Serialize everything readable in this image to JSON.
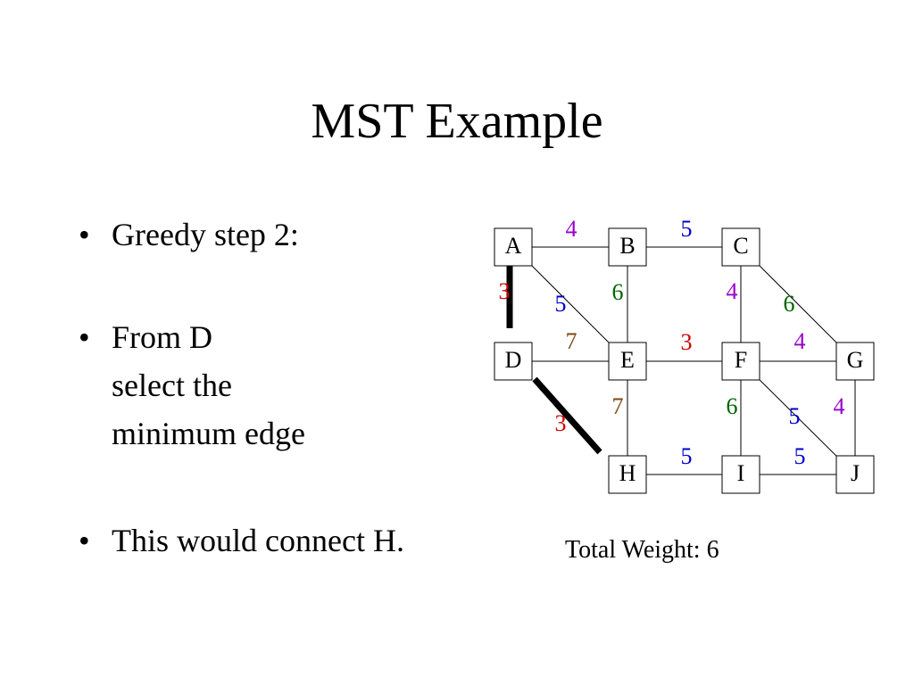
{
  "slide": {
    "title": "MST Example",
    "bullets": [
      {
        "lines": [
          "Greedy step 2:"
        ]
      },
      {
        "lines": [
          "From D",
          "select the",
          "minimum edge"
        ]
      },
      {
        "lines": [
          "This would connect H."
        ]
      }
    ],
    "bullet_symbol": "•",
    "total_weight_label": "Total Weight: 6"
  },
  "colors": {
    "weight_3": "#cc0000",
    "weight_4": "#9900cc",
    "weight_5": "#0000cc",
    "weight_6": "#006600",
    "weight_7": "#7a4a12",
    "edge": "#000000",
    "mst_edge": "#000000"
  },
  "graph": {
    "nodes": [
      "A",
      "B",
      "C",
      "D",
      "E",
      "F",
      "G",
      "H",
      "I",
      "J"
    ],
    "edges": [
      {
        "from": "A",
        "to": "B",
        "weight": "4",
        "in_tree": false
      },
      {
        "from": "B",
        "to": "C",
        "weight": "5",
        "in_tree": false
      },
      {
        "from": "A",
        "to": "D",
        "weight": "3",
        "in_tree": true
      },
      {
        "from": "A",
        "to": "E",
        "weight": "5",
        "in_tree": false
      },
      {
        "from": "B",
        "to": "E",
        "weight": "6",
        "in_tree": false
      },
      {
        "from": "C",
        "to": "F",
        "weight": "4",
        "in_tree": false
      },
      {
        "from": "C",
        "to": "G",
        "weight": "6",
        "in_tree": false
      },
      {
        "from": "D",
        "to": "E",
        "weight": "7",
        "in_tree": false
      },
      {
        "from": "E",
        "to": "F",
        "weight": "3",
        "in_tree": false
      },
      {
        "from": "F",
        "to": "G",
        "weight": "4",
        "in_tree": false
      },
      {
        "from": "D",
        "to": "H",
        "weight": "3",
        "in_tree": true
      },
      {
        "from": "E",
        "to": "H",
        "weight": "7",
        "in_tree": false
      },
      {
        "from": "F",
        "to": "I",
        "weight": "6",
        "in_tree": false
      },
      {
        "from": "F",
        "to": "J",
        "weight": "5",
        "in_tree": false
      },
      {
        "from": "G",
        "to": "J",
        "weight": "4",
        "in_tree": false
      },
      {
        "from": "H",
        "to": "I",
        "weight": "5",
        "in_tree": false
      },
      {
        "from": "I",
        "to": "J",
        "weight": "5",
        "in_tree": false
      }
    ]
  }
}
